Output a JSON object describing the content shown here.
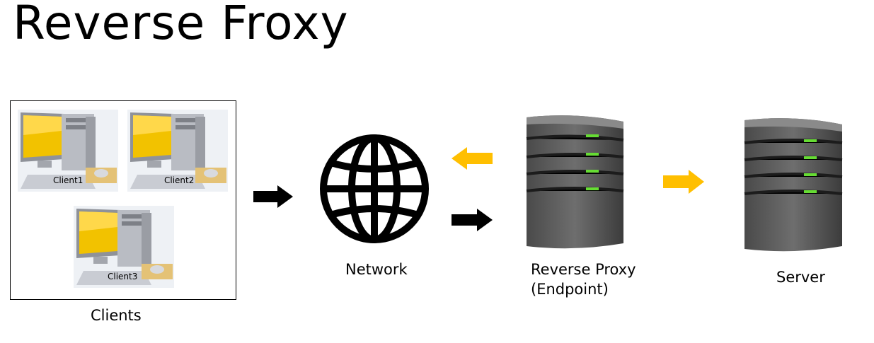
{
  "title": "Reverse Froxy",
  "clients": {
    "caption": "Clients",
    "items": [
      {
        "label": "Client1"
      },
      {
        "label": "Client2"
      },
      {
        "label": "Client3"
      }
    ]
  },
  "network": {
    "label": "Network",
    "icon": "globe-icon"
  },
  "proxy": {
    "label_line1": "Reverse Proxy",
    "label_line2": "(Endpoint)",
    "icon": "server-icon"
  },
  "server": {
    "label": "Server",
    "icon": "server-icon"
  },
  "colors": {
    "request_arrow": "#000000",
    "response_arrow": "#FFBF00",
    "server_body": "#5a5a5a",
    "led": "#66dd33"
  }
}
